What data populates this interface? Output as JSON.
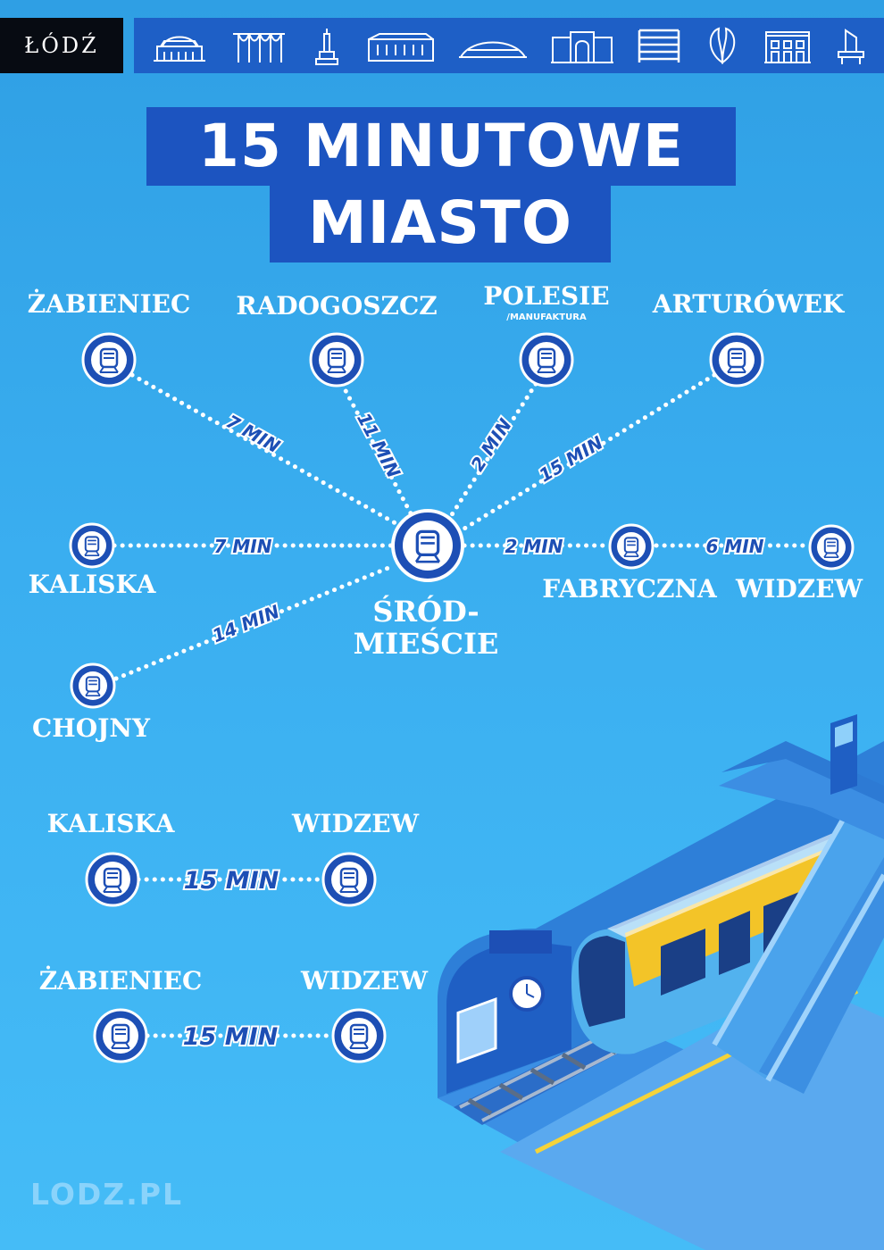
{
  "logo": {
    "text": "ŁÓDŹ"
  },
  "banner_icons": [
    "station-icon",
    "arch-icon",
    "monument-icon",
    "factory-icon",
    "arena-icon",
    "palace-icon",
    "tower-block-icon",
    "sculpture-icon",
    "townhouse-icon",
    "lighthouse-icon"
  ],
  "title": {
    "line1": "15 MINUTOWE",
    "line2": "MIASTO"
  },
  "stations": {
    "zabieniec": "ŻABIENIEC",
    "radogoszcz": "RADOGOSZCZ",
    "polesie": "POLESIE",
    "polesie_sub": "/MANUFAKTURA",
    "arturowek": "ARTURÓWEK",
    "kaliska": "KALISKA",
    "srodmiescie_1": "ŚRÓD-",
    "srodmiescie_2": "MIEŚCIE",
    "fabryczna": "FABRYCZNA",
    "widzew": "WIDZEW",
    "chojny": "CHOJNY"
  },
  "times": {
    "zabieniec": "7 MIN",
    "radogoszcz": "11 MIN",
    "polesie": "2 MIN",
    "arturowek": "15 MIN",
    "kaliska": "7 MIN",
    "chojny": "14 MIN",
    "fabryczna": "2 MIN",
    "widzew": "6 MIN"
  },
  "routes": [
    {
      "from": "KALISKA",
      "to": "WIDZEW",
      "time": "15 MIN"
    },
    {
      "from": "ŻABIENIEC",
      "to": "WIDZEW",
      "time": "15 MIN"
    }
  ],
  "footer": "LODZ.PL",
  "colors": {
    "background": "#3aaef0",
    "title_box": "#1c54c0",
    "banner": "#1e5fc6",
    "node": "#1d4fb5",
    "footer": "#8ad3fb"
  }
}
